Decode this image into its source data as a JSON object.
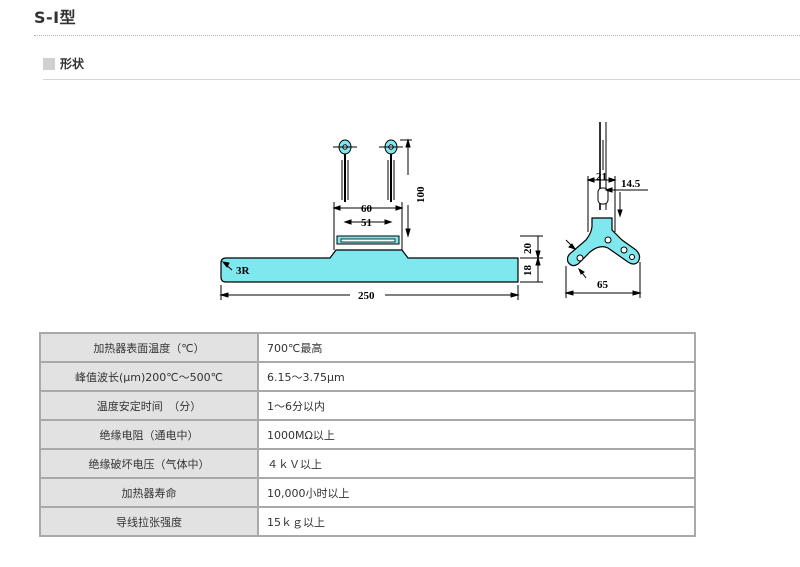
{
  "page": {
    "title": "S-Ⅰ型",
    "section_label": "形状"
  },
  "drawing": {
    "colors": {
      "body": "#7fe8ee",
      "line": "#000000"
    },
    "labels": {
      "radius": "3R",
      "length": "250",
      "pitch_outer": "60",
      "pitch_inner": "51",
      "lead_height": "100",
      "base_height": "20",
      "body_thickness": "18",
      "side_width": "65",
      "side_top": "21",
      "side_offset": "14.5"
    }
  },
  "specs": [
    {
      "label": "加热器表面温度（℃）",
      "value": "700℃最高"
    },
    {
      "label": "峰值波长(μm)200℃～500℃",
      "value": "6.15～3.75μm"
    },
    {
      "label": "温度安定时间　（分）",
      "value": "1～6分以内"
    },
    {
      "label": "绝缘电阻（通电中）",
      "value": "1000MΩ以上"
    },
    {
      "label": "绝缘破坏电压（气体中）",
      "value": "４ｋＶ以上"
    },
    {
      "label": "加热器寿命",
      "value": "10,000小时以上"
    },
    {
      "label": "导线拉张强度",
      "value": "15ｋｇ以上"
    }
  ]
}
